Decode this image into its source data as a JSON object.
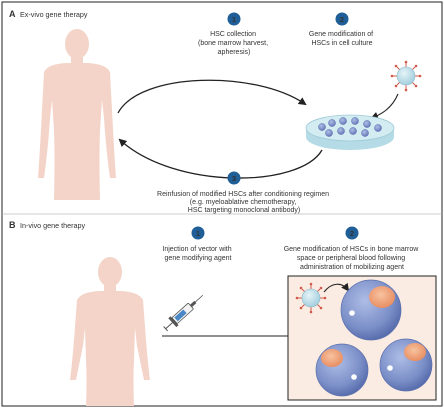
{
  "panel_a": {
    "letter": "A",
    "title": "Ex-vivo gene therapy",
    "steps": [
      {
        "number": "1",
        "lines": [
          "HSC collection",
          "(bone marrow harvest,",
          "apheresis)"
        ]
      },
      {
        "number": "2",
        "lines": [
          "Gene modification of",
          "HSCs in cell culture"
        ]
      },
      {
        "number": "3",
        "lines": [
          "Reinfusion of modified HSCs after conditioning regimen",
          "(e.g. myeloablative chemotherapy,",
          "HSC targeting monoclonal antibody)"
        ]
      }
    ]
  },
  "panel_b": {
    "letter": "B",
    "title": "In-vivo gene therapy",
    "steps": [
      {
        "number": "1",
        "lines": [
          "Injection of vector with",
          "gene modifying agent"
        ]
      },
      {
        "number": "2",
        "lines": [
          "Gene modification of HSCs in bone marrow",
          "space or peripheral blood following",
          "administration of mobilizing agent"
        ]
      }
    ]
  },
  "colors": {
    "badge": "#1f5e96",
    "body": "#f4d4c8",
    "cell": "#7b8fc8",
    "cell_nucleus": "#f0a078",
    "virus": "#b8dbe8",
    "virus_spike": "#d25a4a",
    "dish": "#c8e4ec",
    "box_fill": "#fbece3"
  }
}
